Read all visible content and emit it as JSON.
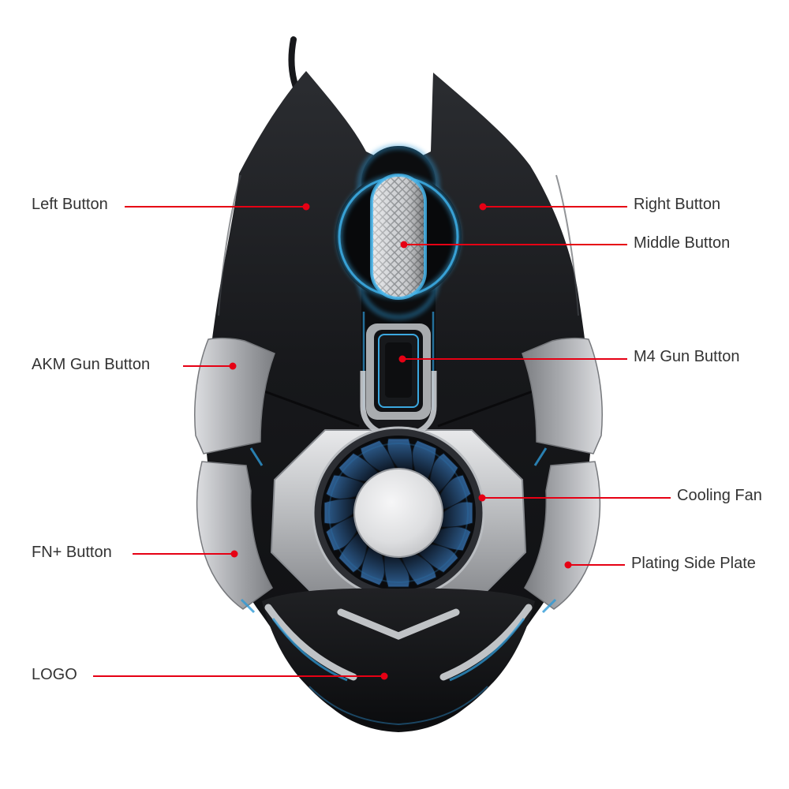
{
  "figure": {
    "description": "Gaming mouse feature callout diagram, top view",
    "background_color": "#ffffff",
    "callout_color": "#e60014",
    "label_color": "#333333",
    "glow_color": "#39a9e0",
    "body_color": "#141518",
    "metal_color": "#c6c8cc"
  },
  "callouts": [
    {
      "id": "left-button",
      "label": "Left Button",
      "side": "left"
    },
    {
      "id": "right-button",
      "label": "Right Button",
      "side": "right"
    },
    {
      "id": "middle-button",
      "label": "Middle Button",
      "side": "right"
    },
    {
      "id": "akm-gun-button",
      "label": "AKM Gun Button",
      "side": "left"
    },
    {
      "id": "m4-gun-button",
      "label": "M4 Gun Button",
      "side": "right"
    },
    {
      "id": "cooling-fan",
      "label": "Cooling Fan",
      "side": "right"
    },
    {
      "id": "fn-plus-button",
      "label": "FN+ Button",
      "side": "left"
    },
    {
      "id": "plating-side-plate",
      "label": "Plating Side Plate",
      "side": "right"
    },
    {
      "id": "logo",
      "label": "LOGO",
      "side": "left"
    }
  ]
}
